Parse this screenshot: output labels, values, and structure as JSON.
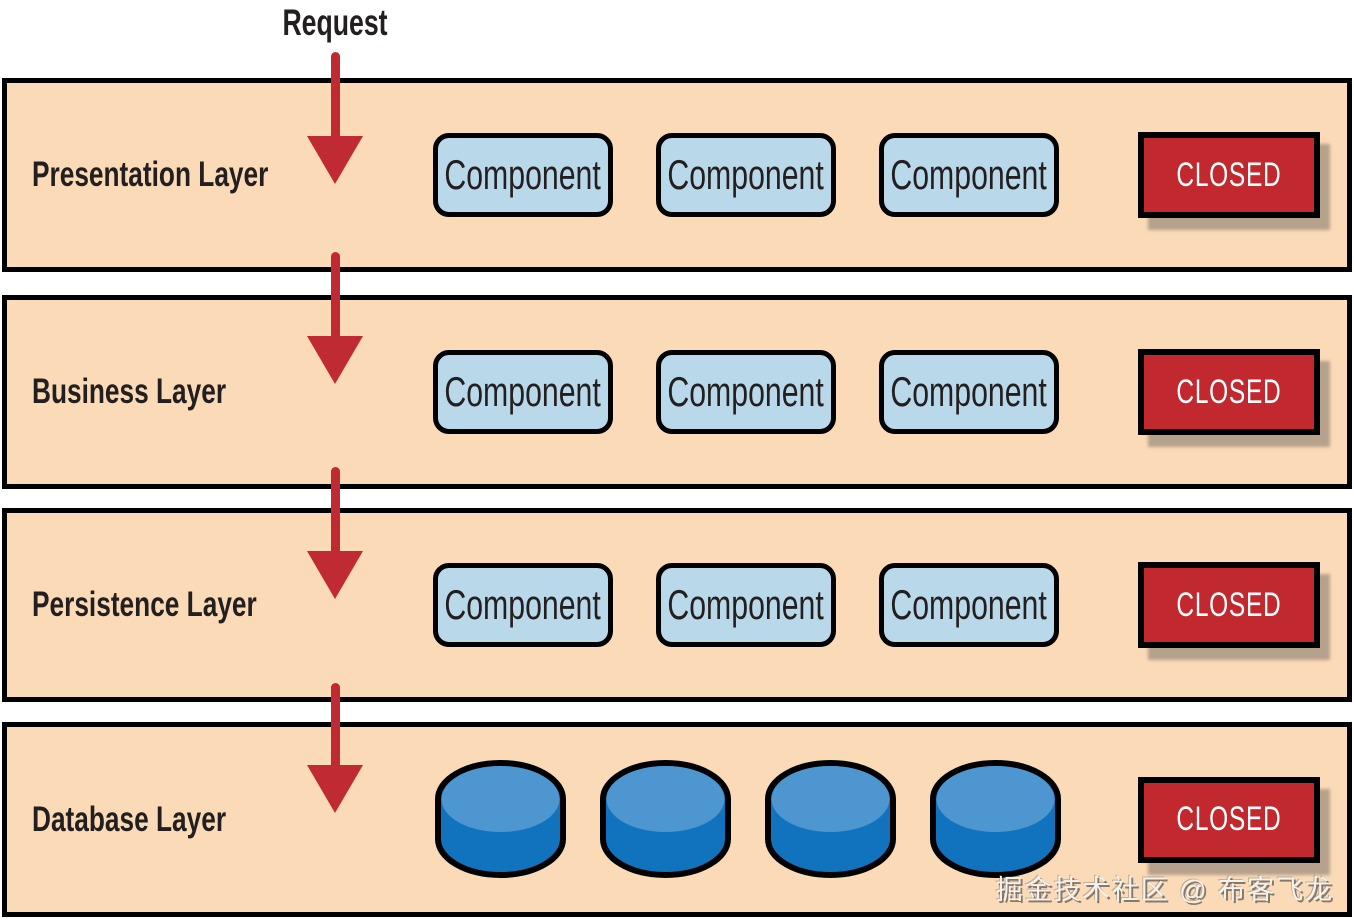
{
  "flow": {
    "request_label": "Request",
    "arrow_icon": "arrow-down-icon"
  },
  "layers": [
    {
      "label": "Presentation Layer",
      "components": [
        "Component",
        "Component",
        "Component"
      ],
      "closed_label": "CLOSED"
    },
    {
      "label": "Business Layer",
      "components": [
        "Component",
        "Component",
        "Component"
      ],
      "closed_label": "CLOSED"
    },
    {
      "label": "Persistence Layer",
      "components": [
        "Component",
        "Component",
        "Component"
      ],
      "closed_label": "CLOSED"
    },
    {
      "label": "Database Layer",
      "databases": [
        "database-cylinder-icon",
        "database-cylinder-icon",
        "database-cylinder-icon",
        "database-cylinder-icon"
      ],
      "closed_label": "CLOSED"
    }
  ],
  "watermark": {
    "text": "掘金技术社区 @ 布客飞龙"
  },
  "colors": {
    "page_bg": "#ffffff",
    "layer_bg": "#fbdbb7",
    "layer_border": "#000000",
    "component_fill": "#b9d8ea",
    "component_border": "#000000",
    "closed_bg": "#c2292f",
    "closed_text": "#ffffff",
    "arrow": "#c02a32",
    "db_top": "#4e96cf",
    "db_body": "#1173be",
    "text": "#231f20",
    "watermark": "#f5f2ee"
  }
}
